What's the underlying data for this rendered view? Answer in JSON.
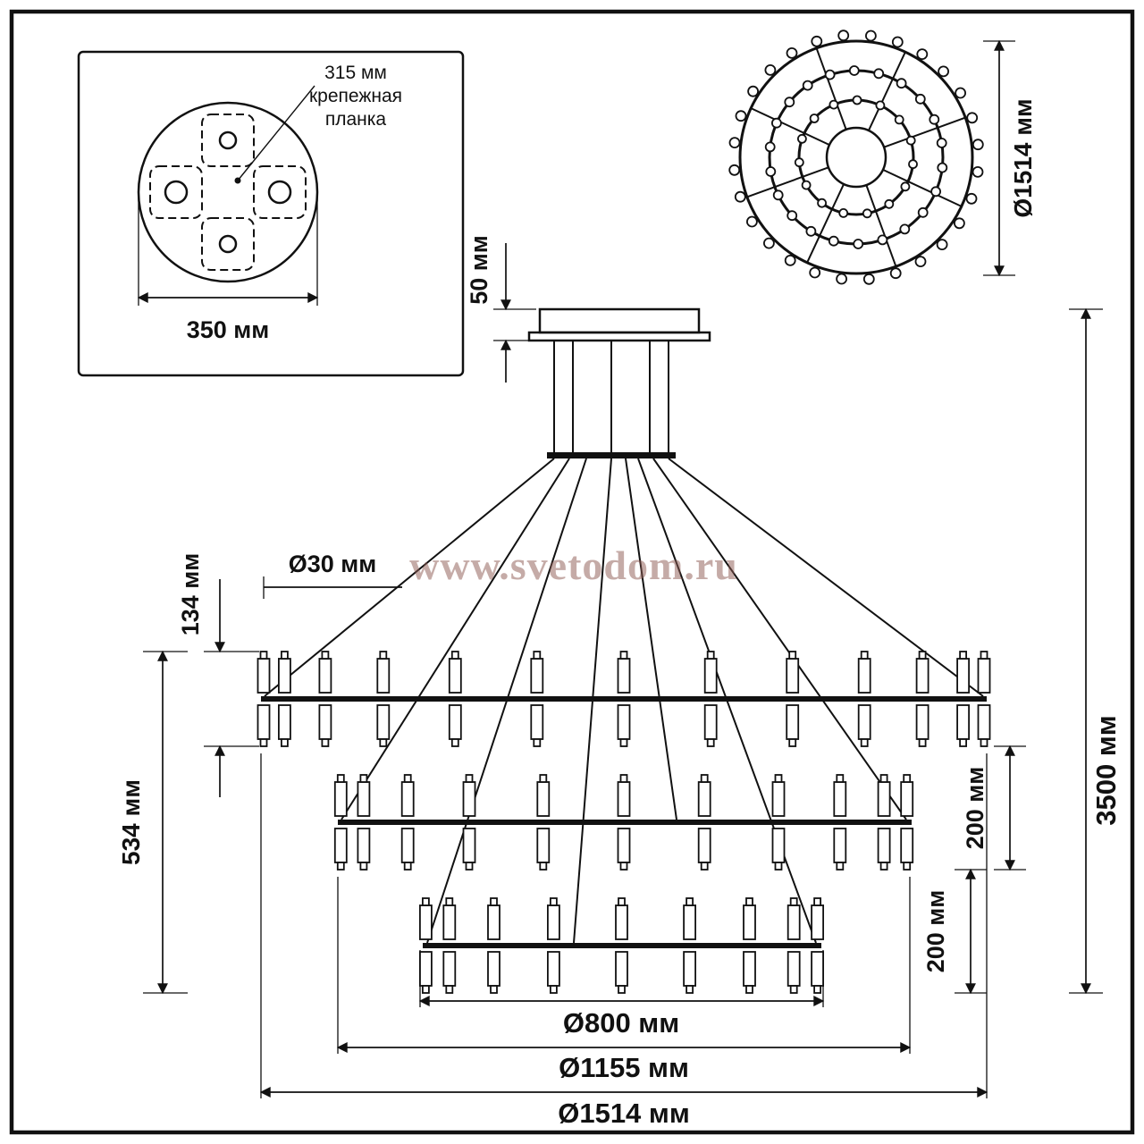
{
  "watermark": "www.svetodom.ru",
  "colors": {
    "line": "#111111",
    "watermark": "#8d5a52"
  },
  "mount_inset": {
    "offset_label": "315 мм",
    "plate_label_lines": [
      "крепежная",
      "планка"
    ],
    "width_label": "350 мм"
  },
  "top_view": {
    "diameter_label": "Ø1514 мм"
  },
  "front_view": {
    "canopy_height_label": "50 мм",
    "lamp_diameter_label": "Ø30 мм",
    "lamp_height_label": "134 мм",
    "tiers_span_label": "534 мм",
    "tier_gap_top_label": "200 мм",
    "tier_gap_bottom_label": "200 мм",
    "total_height_label": "3500 мм",
    "tier_small_diameter_label": "Ø800 мм",
    "tier_middle_diameter_label": "Ø1155 мм",
    "tier_large_diameter_label": "Ø1514 мм"
  }
}
